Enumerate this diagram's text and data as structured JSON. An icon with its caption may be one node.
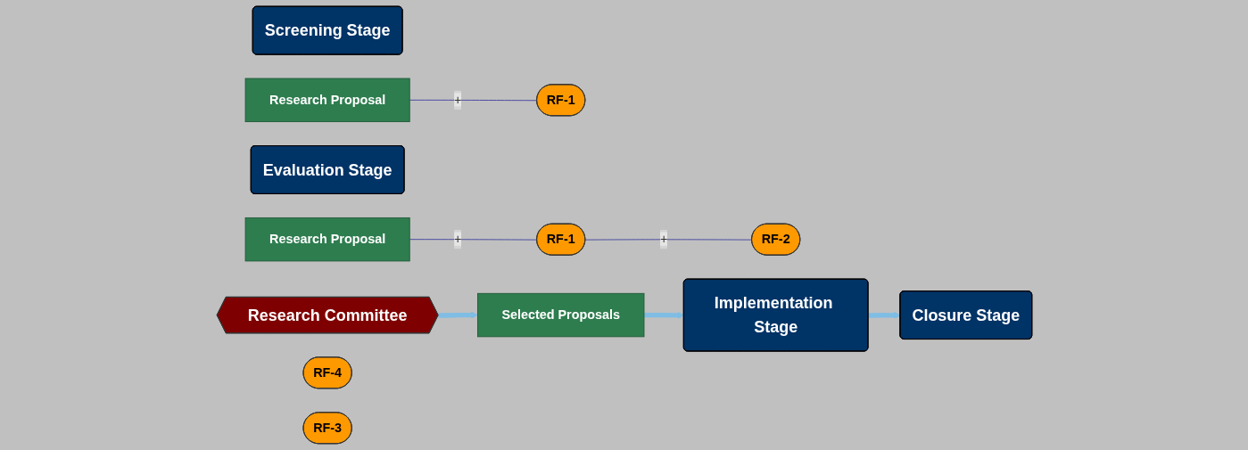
{
  "diagram": {
    "nodes": [
      {
        "text": [
          "Screening Stage"
        ]
      },
      {
        "text": [
          "Research Proposal"
        ]
      },
      {
        "text": [
          "RF-1"
        ]
      },
      {
        "text": [
          "Evaluation Stage"
        ]
      },
      {
        "text": [
          "Research Proposal"
        ]
      },
      {
        "text": [
          "RF-1"
        ]
      },
      {
        "text": [
          "RF-2"
        ]
      },
      {
        "text": [
          "Research Committee"
        ]
      },
      {
        "text": [
          "Selected Proposals"
        ]
      },
      {
        "text": [
          "Implementation Stage"
        ]
      },
      {
        "text": [
          "Closure Stage"
        ]
      },
      {
        "text": [
          "RF-4"
        ]
      },
      {
        "text": [
          "RF-3"
        ]
      }
    ],
    "edges": [
      {
        "from": 1,
        "to": 2,
        "arrow": "none",
        "label": "+",
        "color": "#3f3f9f"
      },
      {
        "from": 4,
        "to": 5,
        "arrow": "none",
        "label": "+",
        "color": "#3f3f9f"
      },
      {
        "from": 5,
        "to": 6,
        "arrow": "none",
        "label": "+",
        "color": "#3f3f9f"
      },
      {
        "from": 7,
        "to": 8,
        "arrow": "to",
        "style": "thick",
        "color": "#7fbde4"
      },
      {
        "from": 8,
        "to": 9,
        "arrow": "to",
        "style": "thick",
        "color": "#7fbde4"
      },
      {
        "from": 9,
        "to": 10,
        "arrow": "to",
        "style": "thick",
        "color": "#7fbde4"
      }
    ]
  }
}
